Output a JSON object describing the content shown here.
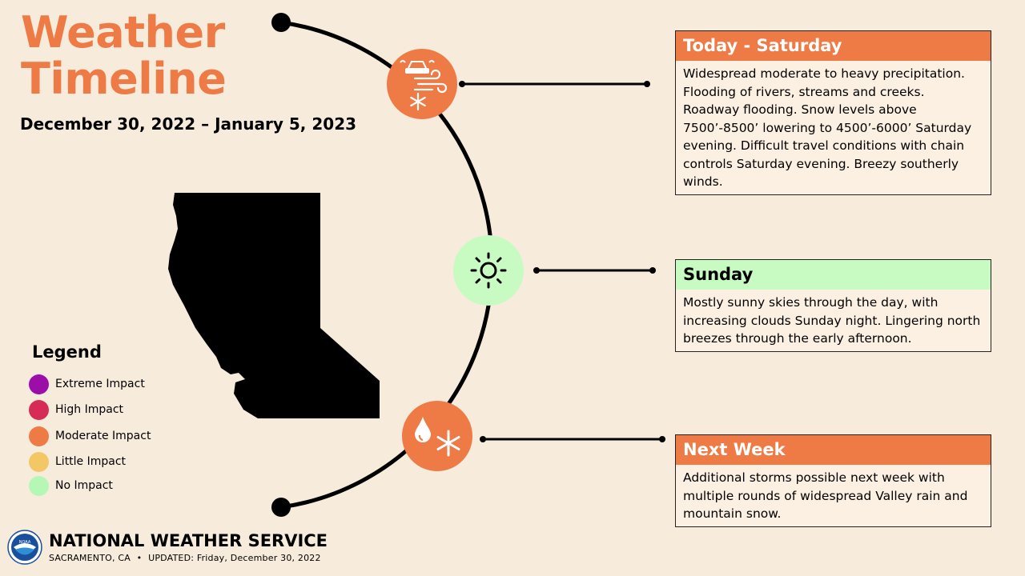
{
  "title_line1": "Weather",
  "title_line2": "Timeline",
  "date_range": "December 30, 2022 – January 5, 2023",
  "legend": {
    "title": "Legend",
    "items": [
      {
        "label": "Extreme Impact",
        "color": "#9b0ea8"
      },
      {
        "label": "High Impact",
        "color": "#d62b55"
      },
      {
        "label": "Moderate Impact",
        "color": "#ee7a45"
      },
      {
        "label": "Little Impact",
        "color": "#f3c766"
      },
      {
        "label": "No Impact",
        "color": "#b6f7b6"
      }
    ]
  },
  "periods": [
    {
      "heading": "Today - Saturday",
      "impact": "Moderate Impact",
      "header_color": "#ee7a45",
      "header_text_color": "#ffffff",
      "icons": [
        "car-icon",
        "wind-icon",
        "snowflake-icon"
      ],
      "text": "Widespread moderate to heavy precipitation. Flooding of rivers, streams and creeks. Roadway flooding. Snow levels above 7500’-8500’ lowering to 4500’-6000’ Saturday evening. Difficult travel conditions with chain controls Saturday evening. Breezy southerly winds."
    },
    {
      "heading": "Sunday",
      "impact": "No Impact",
      "header_color": "#c7fbc2",
      "header_text_color": "#000000",
      "icons": [
        "sun-icon"
      ],
      "text": "Mostly sunny skies through the day, with increasing clouds Sunday night. Lingering north breezes through the early afternoon."
    },
    {
      "heading": "Next Week",
      "impact": "Moderate Impact",
      "header_color": "#ee7a45",
      "header_text_color": "#ffffff",
      "icons": [
        "raindrop-icon",
        "snowflake-icon"
      ],
      "text": "Additional storms possible next week with multiple rounds of widespread Valley rain and mountain snow."
    }
  ],
  "footer": {
    "org": "NATIONAL WEATHER SERVICE",
    "office": "SACRAMENTO, CA",
    "bullet": "•",
    "updated": "UPDATED: Friday, December 30, 2022",
    "logo_text": "NOAA"
  }
}
